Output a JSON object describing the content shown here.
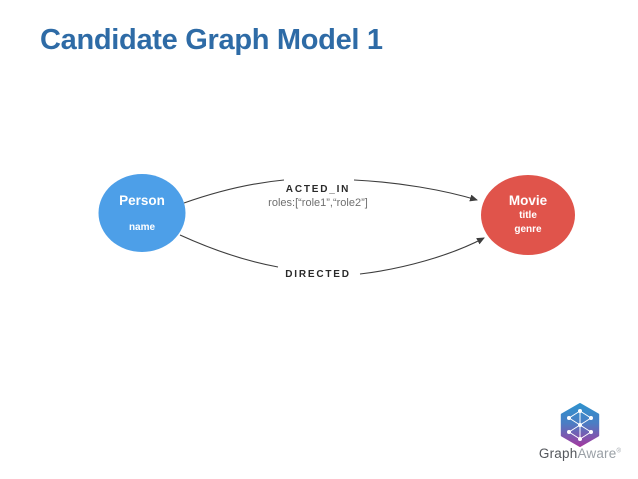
{
  "slide": {
    "title": "Candidate Graph Model 1",
    "title_color": "#2e6ba6",
    "background": "#ffffff"
  },
  "diagram": {
    "nodes": [
      {
        "label": "Person",
        "color": "#4d9fe8",
        "properties": [
          "name"
        ]
      },
      {
        "label": "Movie",
        "color": "#e0544b",
        "properties": [
          "title",
          "genre"
        ]
      }
    ],
    "relationships": [
      {
        "type": "ACTED_IN",
        "properties": "roles:[“role1”,“role2”]",
        "from": "Person",
        "to": "Movie"
      },
      {
        "type": "DIRECTED",
        "properties": "",
        "from": "Person",
        "to": "Movie"
      }
    ],
    "line_color": "#3d3d3d"
  },
  "footer": {
    "logo_text_primary": "Graph",
    "logo_text_secondary": "Aware",
    "registered_mark": "®",
    "logo_gradient_top": "#2f92cd",
    "logo_gradient_bottom": "#a13ba0"
  }
}
